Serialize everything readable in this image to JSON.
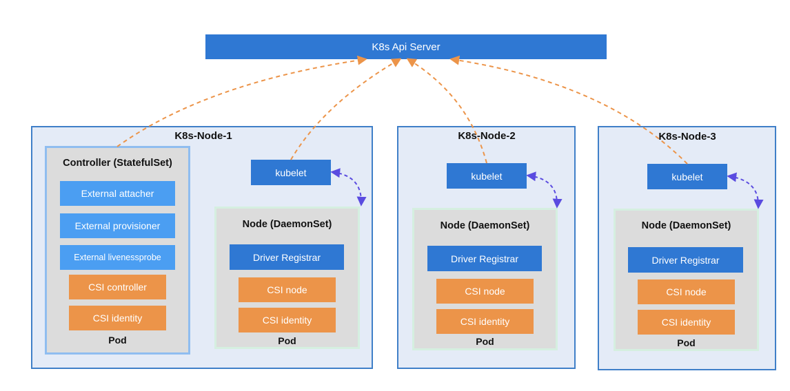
{
  "api_server": {
    "label": "K8s Api Server"
  },
  "nodes": [
    {
      "title": "K8s-Node-1",
      "controller_pod": {
        "title": "Controller (StatefulSet)",
        "containers": [
          "External attacher",
          "External provisioner",
          "External livenessprobe",
          "CSI controller",
          "CSI identity"
        ],
        "footer": "Pod"
      },
      "kubelet": "kubelet",
      "daemonset_pod": {
        "title": "Node (DaemonSet)",
        "containers": [
          "Driver Registrar",
          "CSI node",
          "CSI identity"
        ],
        "footer": "Pod"
      }
    },
    {
      "title": "K8s-Node-2",
      "kubelet": "kubelet",
      "daemonset_pod": {
        "title": "Node (DaemonSet)",
        "containers": [
          "Driver Registrar",
          "CSI node",
          "CSI identity"
        ],
        "footer": "Pod"
      }
    },
    {
      "title": "K8s-Node-3",
      "kubelet": "kubelet",
      "daemonset_pod": {
        "title": "Node (DaemonSet)",
        "containers": [
          "Driver Registrar",
          "CSI node",
          "CSI identity"
        ],
        "footer": "Pod"
      }
    }
  ],
  "colors": {
    "api_blue": "#2f78d3",
    "container_blue": "#4b9ef2",
    "container_orange": "#ec9449",
    "pod_gray": "#dcdcdc",
    "node_bg": "#e4ebf7",
    "to_api_arrow": "#ec9449",
    "kubelet_pod_arrow": "#5a4be0"
  }
}
